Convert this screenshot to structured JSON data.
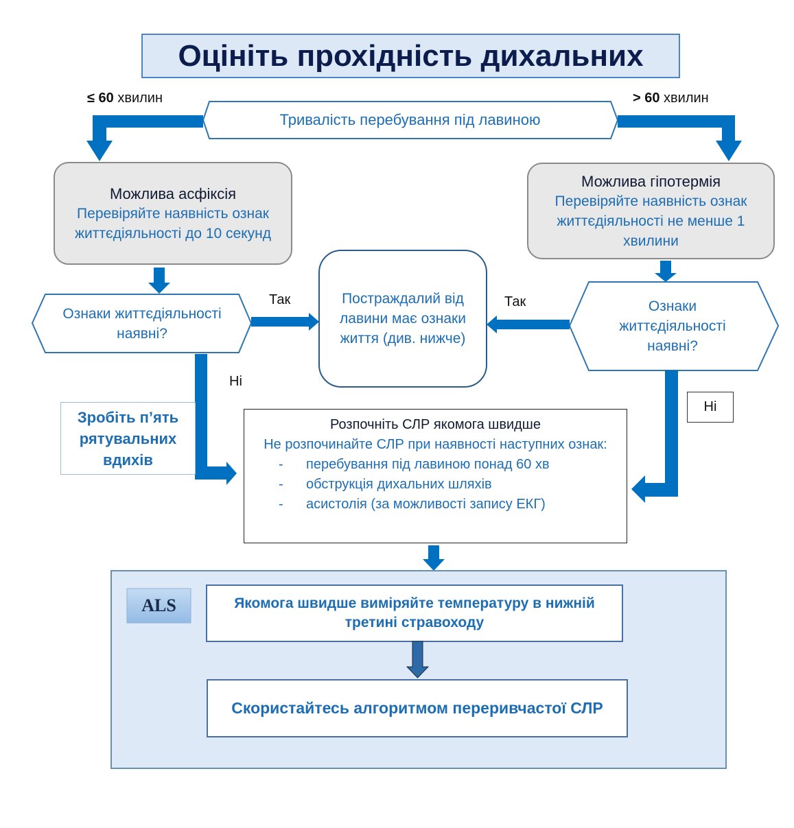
{
  "title": "Оцініть прохідність дихальних",
  "duration": {
    "label": "Тривалість перебування під лавиною",
    "left_branch": {
      "symbol": "≤ 60",
      "unit": "хвилин"
    },
    "right_branch": {
      "symbol": "> 60",
      "unit": "хвилин"
    }
  },
  "asphyxia": {
    "heading": "Можлива асфіксія",
    "text": "Перевіряйте наявність ознак життєдіяльності до 10 секунд"
  },
  "hypothermia": {
    "heading": "Можлива гіпотермія",
    "text": "Перевіряйте наявність ознак життєдіяльності не менше 1 хвилини"
  },
  "signs_left": "Ознаки життєдіяльності наявні?",
  "signs_right": "Ознаки життєдіяльності наявні?",
  "alive": "Постраждалий від лавини має ознаки життя (див. нижче)",
  "yes_left": "Так",
  "yes_right": "Так",
  "no_left": "Ні",
  "no_right": "Ні",
  "rescue_breaths": "Зробіть п’ять рятувальних вдихів",
  "cpr": {
    "heading": "Розпочніть СЛР якомога швидше",
    "subheading": "Не розпочинайте СЛР при наявності наступних ознак:",
    "bullet": "-",
    "items": [
      "перебування під лавиною понад 60 хв",
      "обструкція дихальних шляхів",
      "асистолія (за можливості запису ЕКГ)"
    ]
  },
  "als": {
    "badge": "ALS",
    "step1": "Якомога швидше виміряйте температуру в нижній третині стравоходу",
    "step2": "Скористайтесь алгоритмом переривчастої СЛР"
  },
  "colors": {
    "arrow": "#0070c0",
    "text_blue": "#1e6db3",
    "als_bg": "#dde9f6"
  }
}
